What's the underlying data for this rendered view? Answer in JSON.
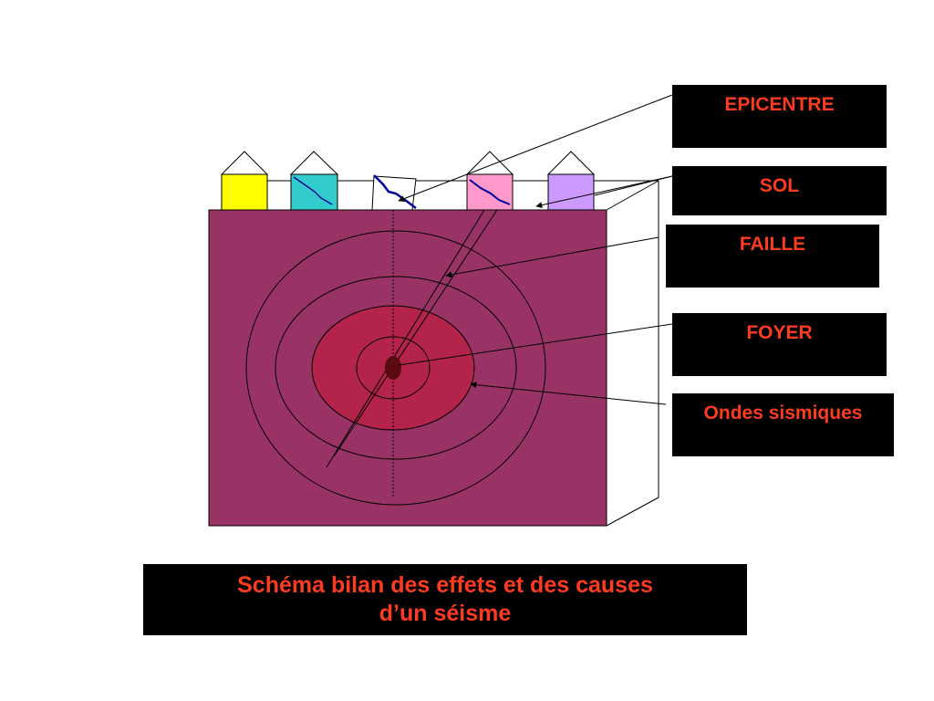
{
  "labels": {
    "epicentre": "EPICENTRE",
    "sol": "SOL",
    "faille": "FAILLE",
    "foyer": "FOYER",
    "ondes": "Ondes sismiques"
  },
  "caption": {
    "line1": "Schéma bilan des effets et des causes",
    "line2": "d’un séisme"
  },
  "colors": {
    "label_bg": "#000000",
    "label_text": "#ff3b1f",
    "ground": "#993366",
    "focus_zone": "#b3234a",
    "focus": "#5a0a10",
    "house_yellow": "#ffff00",
    "house_cyan": "#33cccc",
    "house_white": "#ffffff",
    "house_pink": "#ff99cc",
    "house_violet": "#cc99ff",
    "crack": "#000099"
  }
}
